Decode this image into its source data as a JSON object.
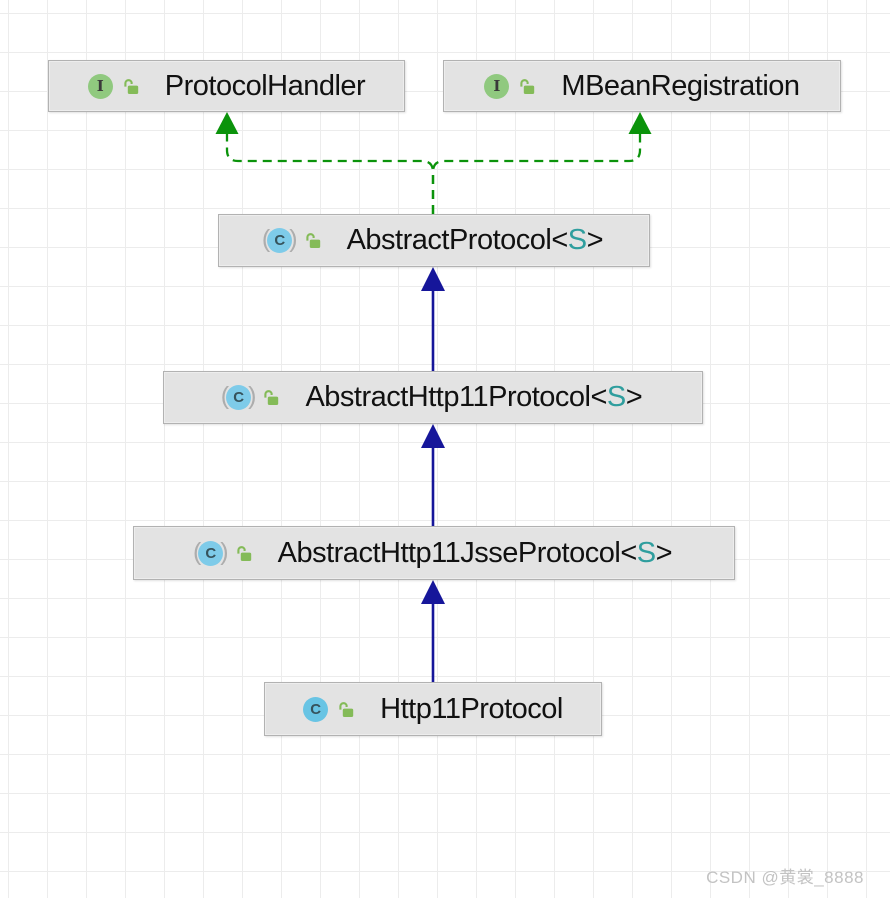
{
  "diagram": {
    "generics": {
      "open": "<",
      "close": ">"
    },
    "icons": {
      "interface_letter": "I",
      "class_letter": "C",
      "abstract_paren_open": "(",
      "abstract_paren_close": ")"
    },
    "colors": {
      "node_fill": "#e3e3e3",
      "node_border": "#b2b2b2",
      "grid_line": "#ececec",
      "extends_edge": "#16169a",
      "implements_edge": "#0b930b",
      "type_param": "#2f9e9e",
      "interface_icon": "#90c97f",
      "class_icon": "#68c4e4",
      "abstract_class_icon": "#7ecbe9",
      "lock_icon": "#84bb58",
      "paren": "#adadad",
      "watermark": "#c3c3c3"
    },
    "nodes": [
      {
        "name": "ProtocolHandler",
        "kind": "interface",
        "visibility": "public",
        "type_param": null
      },
      {
        "name": "MBeanRegistration",
        "kind": "interface",
        "visibility": "public",
        "type_param": null
      },
      {
        "name": "AbstractProtocol",
        "kind": "abstract-class",
        "visibility": "public",
        "type_param": "S"
      },
      {
        "name": "AbstractHttp11Protocol",
        "kind": "abstract-class",
        "visibility": "public",
        "type_param": "S"
      },
      {
        "name": "AbstractHttp11JsseProtocol",
        "kind": "abstract-class",
        "visibility": "public",
        "type_param": "S"
      },
      {
        "name": "Http11Protocol",
        "kind": "class",
        "visibility": "public",
        "type_param": null
      }
    ],
    "edges": [
      {
        "from": "AbstractProtocol",
        "to": "ProtocolHandler",
        "type": "implements"
      },
      {
        "from": "AbstractProtocol",
        "to": "MBeanRegistration",
        "type": "implements"
      },
      {
        "from": "AbstractHttp11Protocol",
        "to": "AbstractProtocol",
        "type": "extends"
      },
      {
        "from": "AbstractHttp11JsseProtocol",
        "to": "AbstractHttp11Protocol",
        "type": "extends"
      },
      {
        "from": "Http11Protocol",
        "to": "AbstractHttp11JsseProtocol",
        "type": "extends"
      }
    ]
  },
  "watermark": "CSDN @黄裳_8888"
}
